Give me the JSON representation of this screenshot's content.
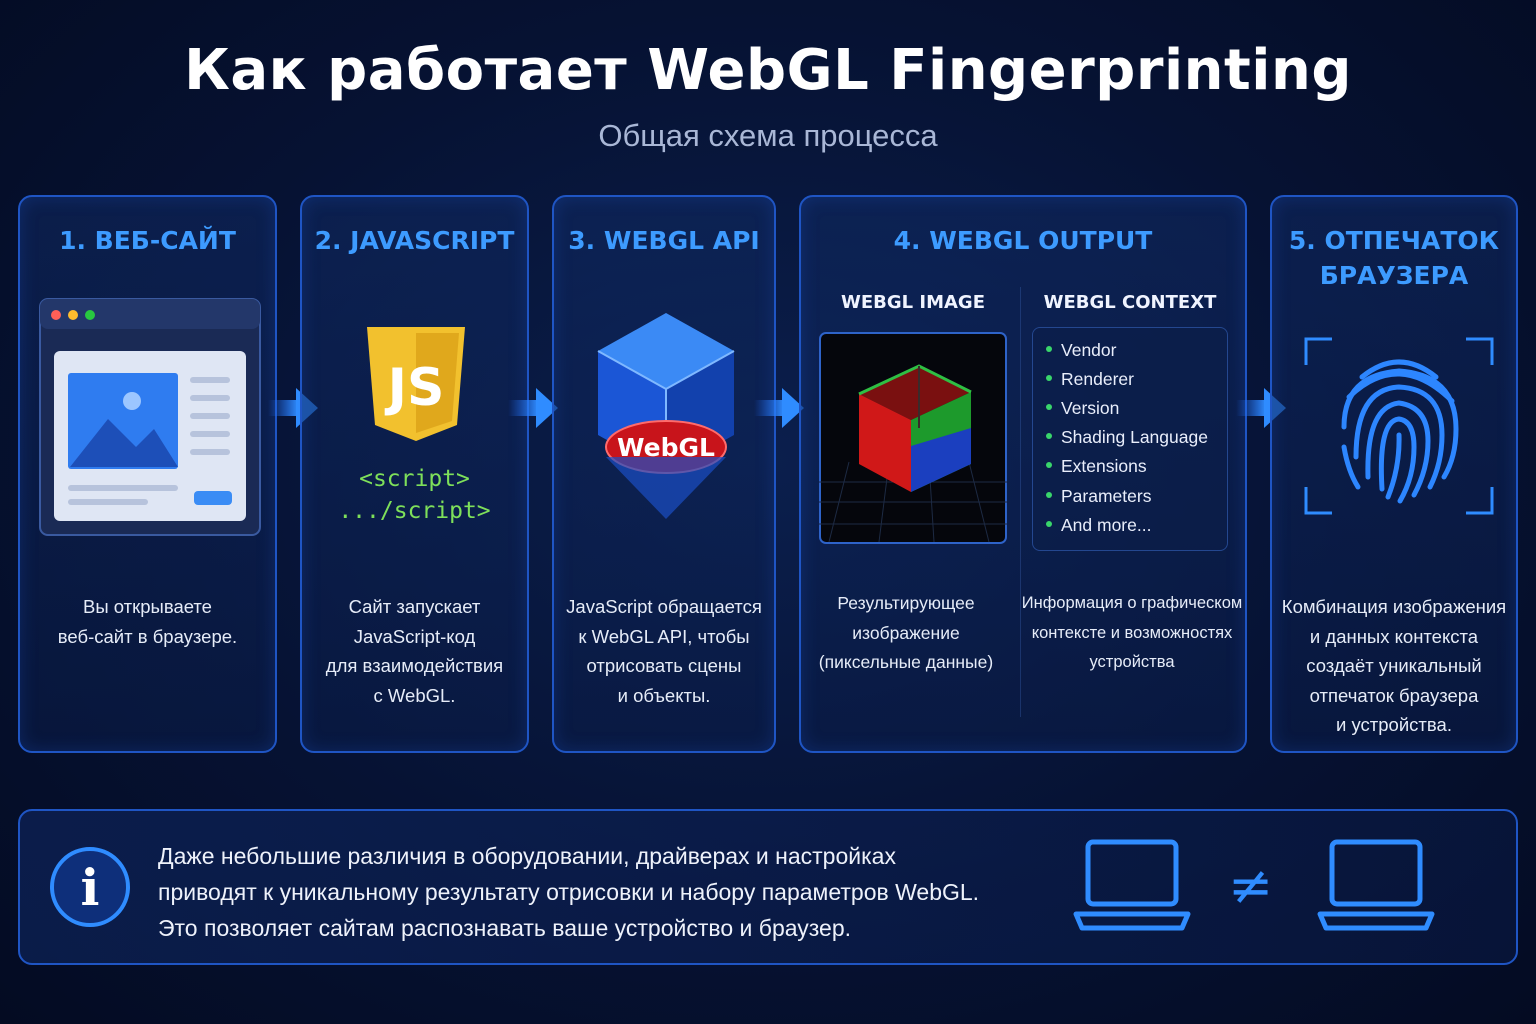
{
  "title": "Как работает WebGL Fingerprinting",
  "subtitle": "Общая схема процесса",
  "steps": [
    {
      "title": "1. ВЕБ-САЙТ",
      "desc": [
        "Вы открываете",
        "веб-сайт в браузере."
      ]
    },
    {
      "title": "2. JAVASCRIPT",
      "desc": [
        "Сайт запускает",
        "JavaScript-код",
        "для взаимодействия",
        "с WebGL."
      ],
      "code": [
        "<script>",
        ".../script>"
      ]
    },
    {
      "title": "3. WEBGL API",
      "desc": [
        "JavaScript обращается",
        "к WebGL API, чтобы",
        "отрисовать сцены",
        "и объекты."
      ],
      "badge": "WebGL"
    },
    {
      "title": "4. WEBGL OUTPUT",
      "image_title": "WEBGL IMAGE",
      "context_title": "WEBGL CONTEXT",
      "context_items": [
        "Vendor",
        "Renderer",
        "Version",
        "Shading Language",
        "Extensions",
        "Parameters",
        "And more..."
      ],
      "image_desc": [
        "Результирующее",
        "изображение",
        "(пиксельные данные)"
      ],
      "context_desc": [
        "Информация о графическом",
        "контексте и возможностях",
        "устройства"
      ]
    },
    {
      "title": "5. ОТПЕЧАТОК БРАУЗЕРА",
      "title_lines": [
        "5. ОТПЕЧАТОК",
        "БРАУЗЕРА"
      ],
      "desc": [
        "Комбинация изображения",
        "и данных контекста",
        "создаёт уникальный",
        "отпечаток браузера",
        "и устройства."
      ]
    }
  ],
  "info": {
    "lines": [
      "Даже небольшие различия в оборудовании, драйверах и настройках",
      "приводят к уникальному результату отрисовки и набору параметров WebGL.",
      "Это позволяет сайтам распознавать ваше устройство и браузер."
    ],
    "icon_letter": "i",
    "compare_symbol": "≠"
  },
  "colors": {
    "accent": "#3d9bff",
    "border": "#1f55c4",
    "code_green": "#7ee05a",
    "js_yellow": "#f2c12e",
    "webgl_red": "#c8141b"
  }
}
